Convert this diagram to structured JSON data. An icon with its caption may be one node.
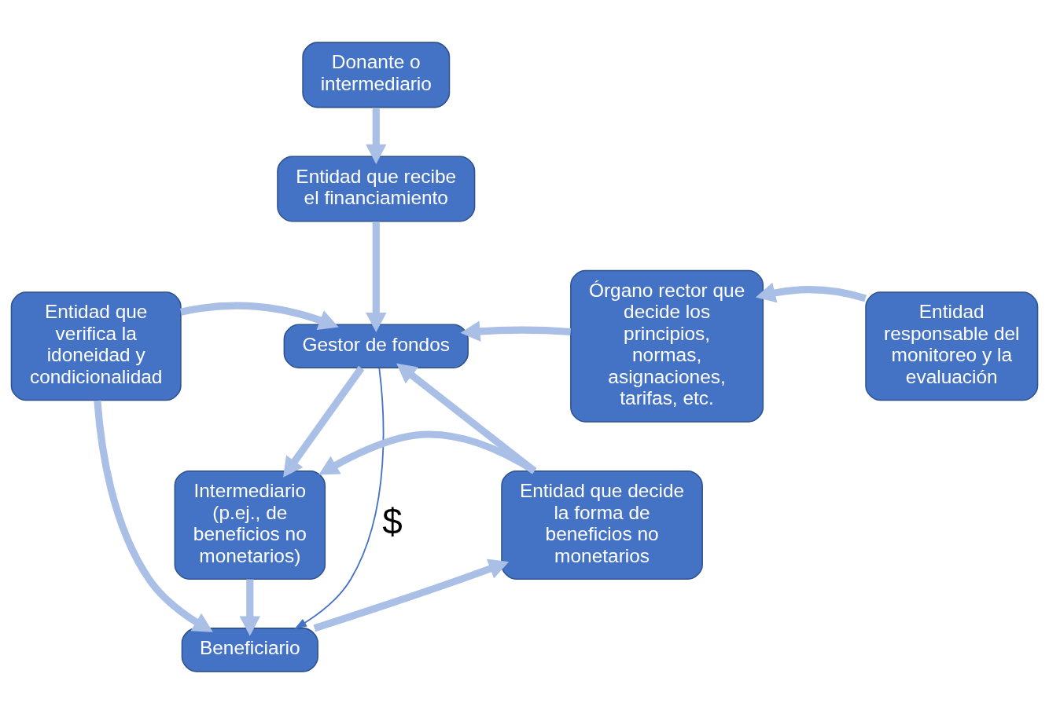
{
  "diagram": {
    "nodes": [
      {
        "text": [
          "Donante o intermediario"
        ]
      },
      {
        "text": [
          "Entidad que recibe el financiamiento"
        ]
      },
      {
        "text": [
          "Gestor de fondos"
        ]
      },
      {
        "text": [
          "Órgano rector que decide los principios, normas, asignaciones, tarifas, etc."
        ]
      },
      {
        "text": [
          "Entidad responsable del monitoreo y la evaluación"
        ]
      },
      {
        "text": [
          "Entidad que verifica la idoneidad y condicionalidad"
        ]
      },
      {
        "text": [
          "Intermediario (p.ej., de beneficios no monetarios)"
        ]
      },
      {
        "text": [
          "Entidad que decide la forma de beneficios no monetarios"
        ]
      },
      {
        "text": [
          "Beneficiario"
        ]
      }
    ],
    "edges": [
      {
        "from": 0,
        "to": 1,
        "arrow": "to"
      },
      {
        "from": 1,
        "to": 2,
        "arrow": "to"
      },
      {
        "from": 3,
        "to": 2,
        "arrow": "to"
      },
      {
        "from": 4,
        "to": 3,
        "arrow": "to"
      },
      {
        "from": 5,
        "to": 2,
        "arrow": "to"
      },
      {
        "from": 2,
        "to": 6,
        "arrow": "to"
      },
      {
        "from": 7,
        "to": 6,
        "arrow": "to"
      },
      {
        "from": 7,
        "to": 2,
        "arrow": "to"
      },
      {
        "from": 5,
        "to": 8,
        "arrow": "to"
      },
      {
        "from": 6,
        "to": 8,
        "arrow": "to"
      },
      {
        "from": 8,
        "to": 7,
        "arrow": "to"
      },
      {
        "from": 2,
        "to": 8,
        "arrow": "to",
        "label": "$",
        "color": "#4472c4"
      }
    ]
  }
}
